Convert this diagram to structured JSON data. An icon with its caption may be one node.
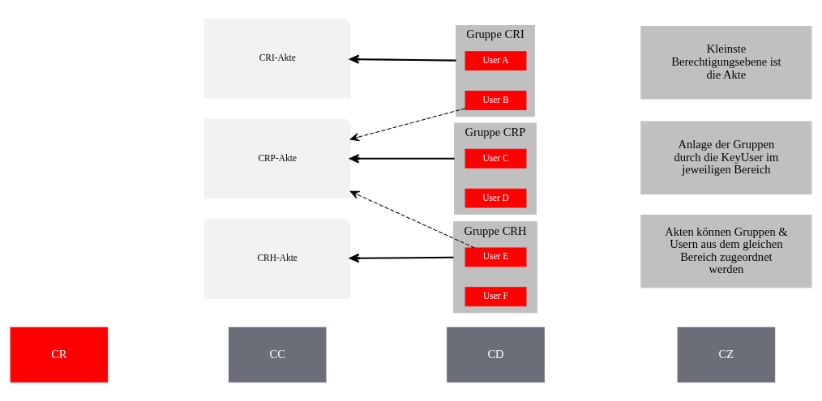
{
  "diagram": {
    "nodes": [
      {
        "text": [
          "CR"
        ]
      },
      {
        "text": [
          "CC"
        ]
      },
      {
        "text": [
          "CD"
        ]
      },
      {
        "text": [
          "CZ"
        ]
      },
      {
        "text": [
          "CRI-Akte"
        ]
      },
      {
        "text": [
          "Gruppe CRI"
        ]
      },
      {
        "text": [
          "User A"
        ],
        "in": 5
      },
      {
        "text": [
          "User B"
        ],
        "in": 5
      },
      {
        "text": [
          "CRP-Akte"
        ]
      },
      {
        "text": [
          "Gruppe CRP"
        ]
      },
      {
        "text": [
          "User C"
        ],
        "in": 9
      },
      {
        "text": [
          "User D"
        ],
        "in": 9
      },
      {
        "text": [
          "CRH-Akte"
        ]
      },
      {
        "text": [
          "Gruppe CRH"
        ]
      },
      {
        "text": [
          "User E"
        ],
        "in": 13
      },
      {
        "text": [
          "User F"
        ],
        "in": 13
      },
      {
        "text": [
          "Kleinste Berechtigungsebene ist die Akte"
        ]
      },
      {
        "text": [
          "Anlage der Gruppen durch die KeyUser im jeweiligen Bereich"
        ]
      },
      {
        "text": [
          "Akten können Gruppen & Usern aus dem gleichen Bereich zugeordnet werden"
        ]
      }
    ],
    "edges": [
      {
        "from": 5,
        "to": 4,
        "arrow": "to"
      },
      {
        "from": 7,
        "to": 8,
        "arrow": "to",
        "style": "dashed"
      },
      {
        "from": 9,
        "to": 8,
        "arrow": "to"
      },
      {
        "from": 14,
        "to": 8,
        "arrow": "to",
        "style": "dashed"
      },
      {
        "from": 13,
        "to": 12,
        "arrow": "to"
      }
    ]
  }
}
